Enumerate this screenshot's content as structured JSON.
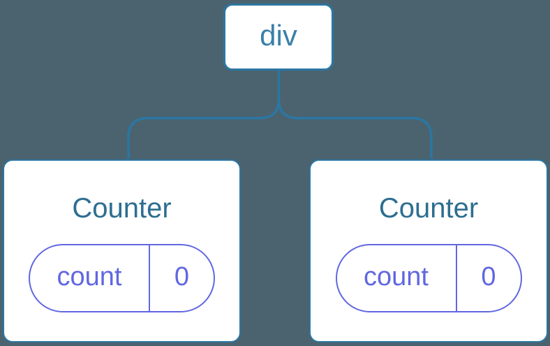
{
  "diagram": {
    "root": {
      "label": "div"
    },
    "children": [
      {
        "label": "Counter",
        "state": {
          "key": "count",
          "value": "0"
        }
      },
      {
        "label": "Counter",
        "state": {
          "key": "count",
          "value": "0"
        }
      }
    ]
  },
  "colors": {
    "background": "#4B636E",
    "node_bg": "#FFFFFF",
    "node_border": "#2B76A3",
    "connector": "#2B76A3",
    "root_label": "#3B7FA9",
    "component_label": "#2D6E91",
    "state_accent": "#6167E0"
  }
}
